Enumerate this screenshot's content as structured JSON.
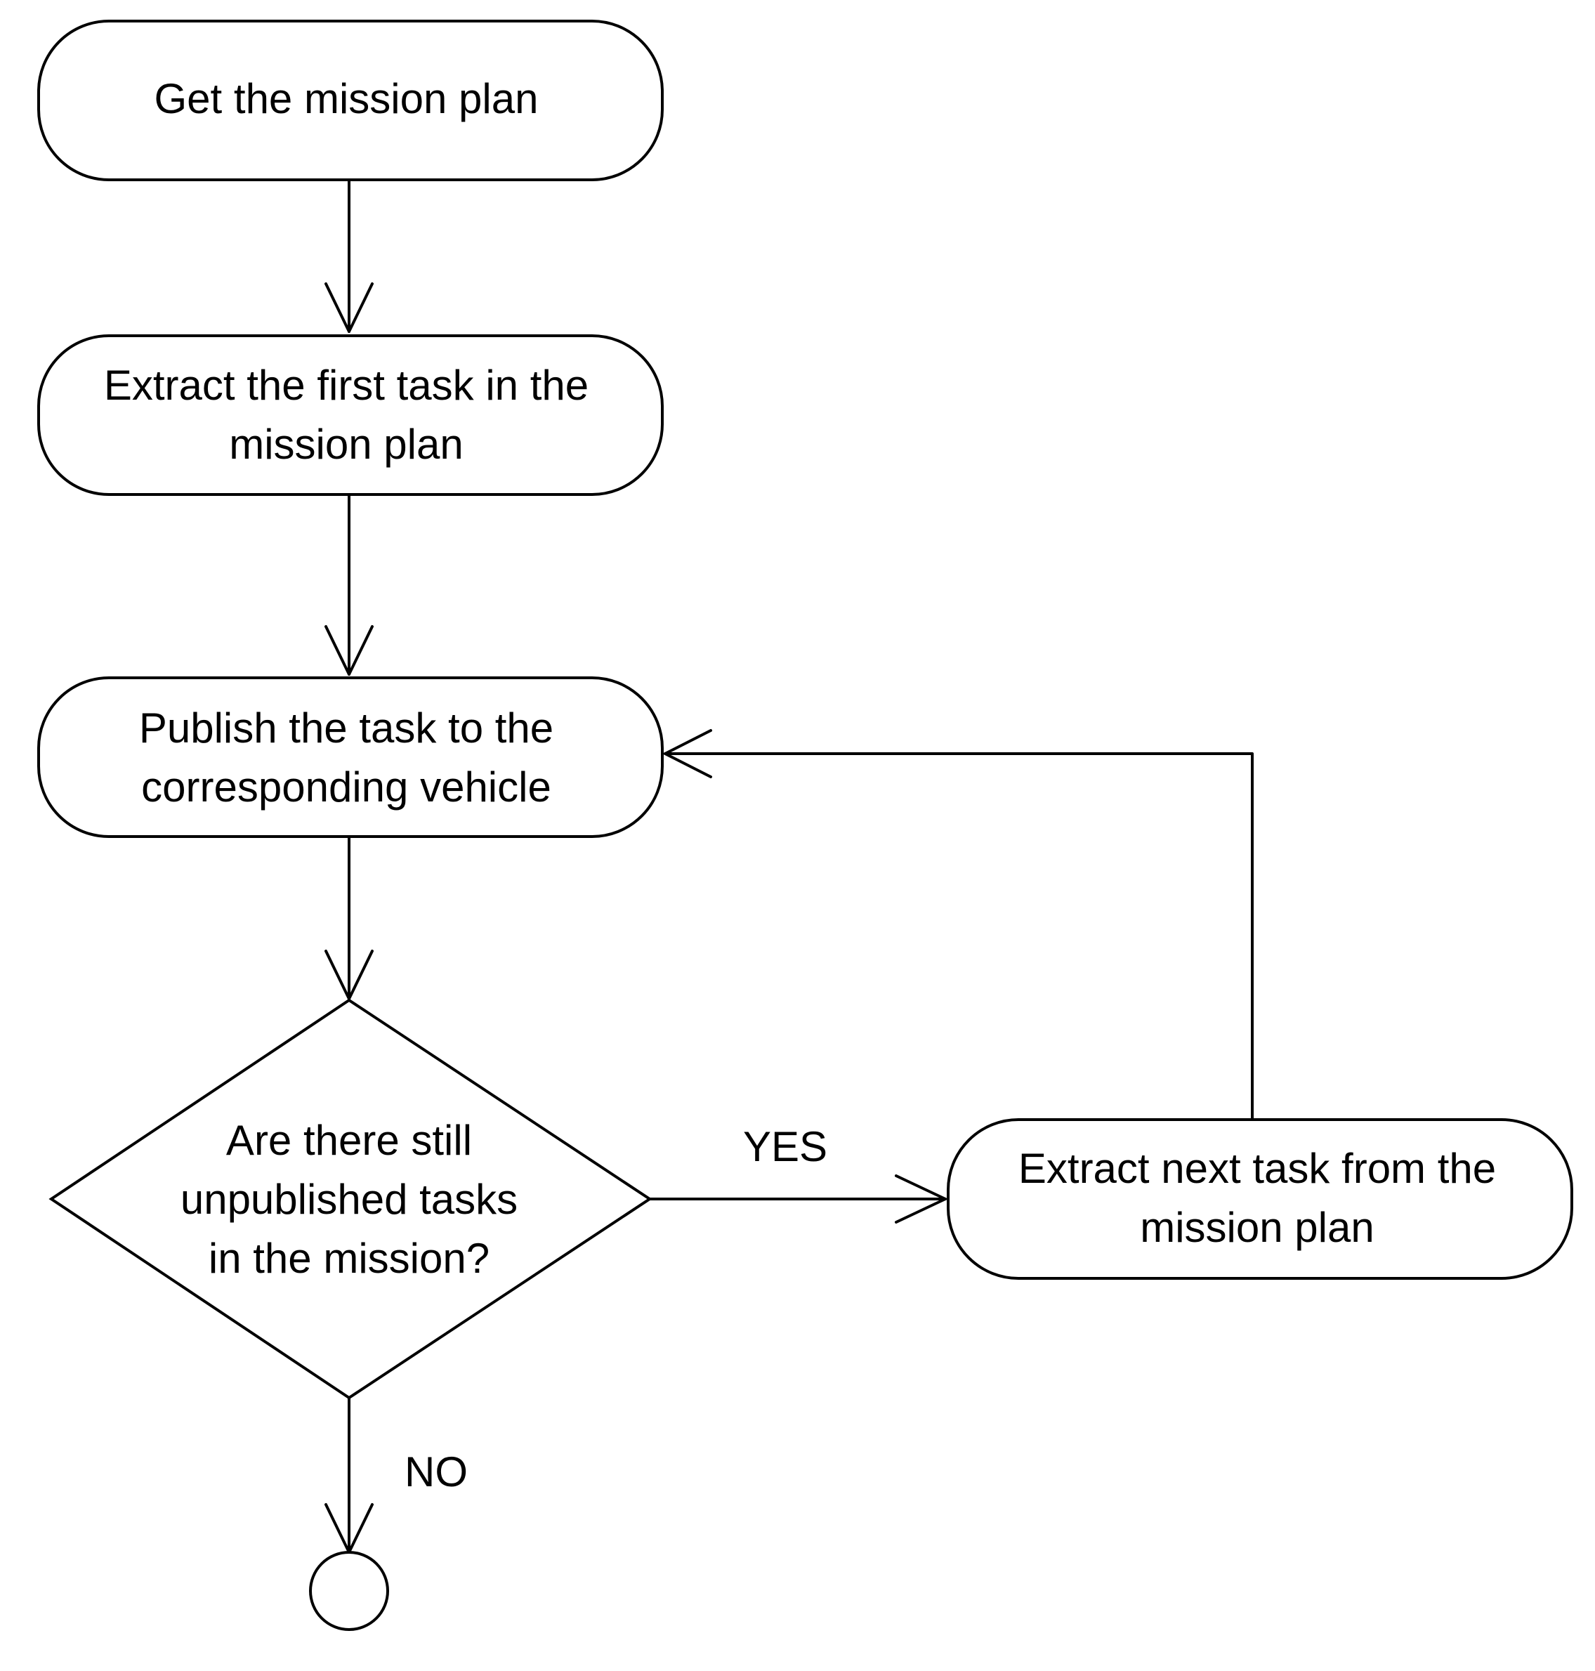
{
  "diagram": {
    "nodes": {
      "get_plan": {
        "lines": [
          "Get the mission plan"
        ]
      },
      "extract_first": {
        "lines": [
          "Extract the first task in the",
          "mission plan"
        ]
      },
      "publish": {
        "lines": [
          "Publish the task to the",
          "corresponding vehicle"
        ]
      },
      "decision": {
        "lines": [
          "Are there still",
          "unpublished tasks",
          "in the mission?"
        ]
      },
      "extract_next": {
        "lines": [
          "Extract next task from the",
          "mission plan"
        ]
      }
    },
    "edge_labels": {
      "yes": "YES",
      "no": "NO"
    }
  }
}
